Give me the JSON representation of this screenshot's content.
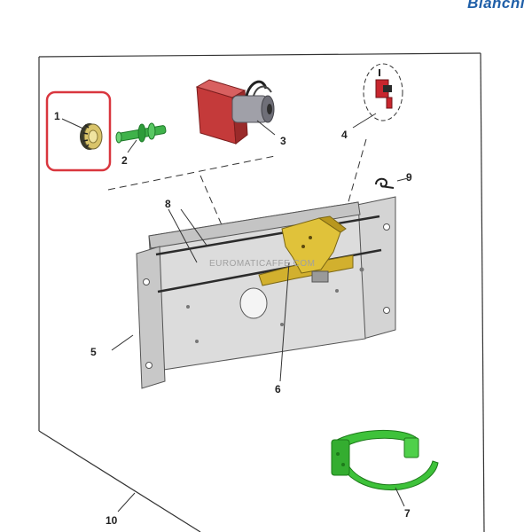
{
  "brand": {
    "name": "Bianchi",
    "color": "#1f5fa8"
  },
  "watermark": "EUROMATICAFFE.COM",
  "highlight_color": "#d9363e",
  "parts": [
    {
      "number": "1",
      "icon": "gear-knob-icon",
      "color": "#d9c46a"
    },
    {
      "number": "2",
      "icon": "shaft-icon",
      "color": "#3fb24a"
    },
    {
      "number": "3",
      "icon": "motor-icon",
      "color": "#c43a3a"
    },
    {
      "number": "4",
      "icon": "microswitch-icon",
      "color": "#c8262e"
    },
    {
      "number": "5",
      "icon": "mounting-plate-icon",
      "color": "#cfcfcf"
    },
    {
      "number": "6",
      "icon": "slider-bracket-icon",
      "color": "#e0c23a"
    },
    {
      "number": "7",
      "icon": "clamp-icon",
      "color": "#3ec23a"
    },
    {
      "number": "8",
      "icon": "rod-icon",
      "color": "#333333"
    },
    {
      "number": "9",
      "icon": "spring-clip-icon",
      "color": "#333333"
    },
    {
      "number": "10",
      "icon": "assembly-icon",
      "color": "#333333"
    }
  ]
}
